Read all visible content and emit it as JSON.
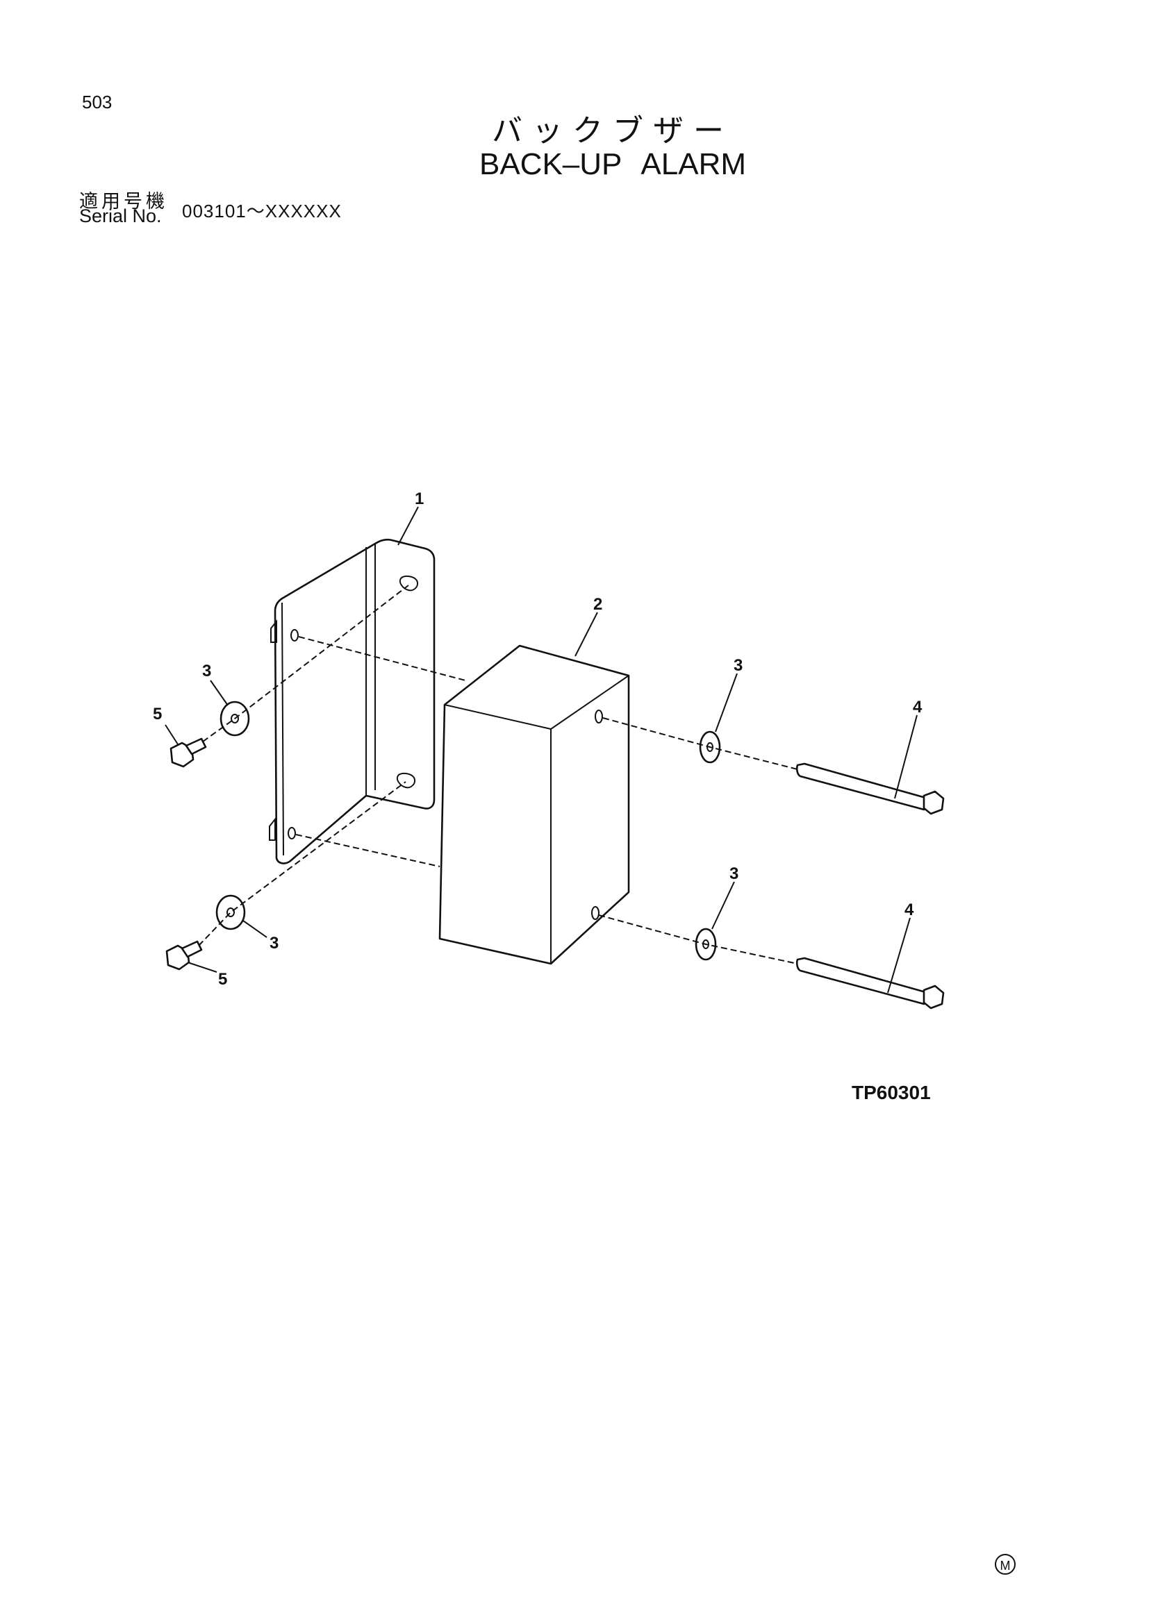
{
  "header": {
    "page_number": "503",
    "title_jp": "バックブザー",
    "title_en": "BACK–UP  ALARM",
    "serial_label_jp": "適用号機",
    "serial_label_en": "Serial No.",
    "serial_range": "003101～XXXXXX"
  },
  "diagram": {
    "figure_code": "TP60301",
    "callouts": [
      {
        "id": "c1",
        "label": "1",
        "part": "bracket"
      },
      {
        "id": "c2",
        "label": "2",
        "part": "back-up alarm"
      },
      {
        "id": "c3a",
        "label": "3",
        "part": "washer"
      },
      {
        "id": "c3b",
        "label": "3",
        "part": "washer"
      },
      {
        "id": "c3c",
        "label": "3",
        "part": "washer"
      },
      {
        "id": "c3d",
        "label": "3",
        "part": "washer"
      },
      {
        "id": "c4a",
        "label": "4",
        "part": "bolt"
      },
      {
        "id": "c4b",
        "label": "4",
        "part": "bolt"
      },
      {
        "id": "c5a",
        "label": "5",
        "part": "bolt"
      },
      {
        "id": "c5b",
        "label": "5",
        "part": "bolt"
      }
    ]
  },
  "footer": {
    "mark": "M"
  }
}
